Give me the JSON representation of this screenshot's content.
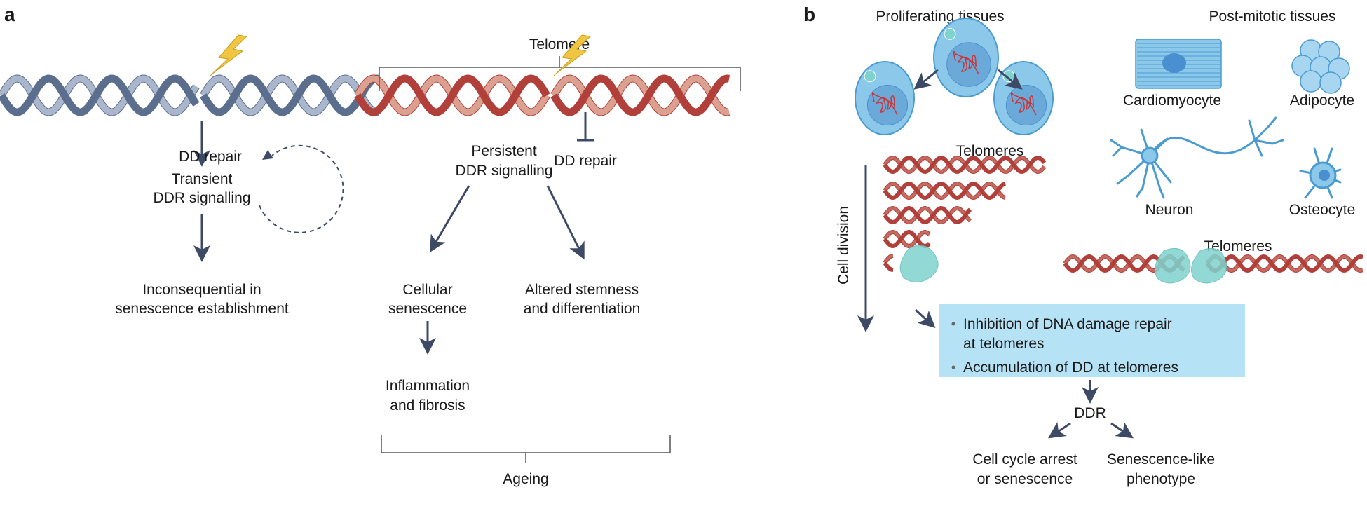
{
  "panel_a": {
    "label": "a",
    "telomere_label": "Telomere",
    "dd_repair_loop": "DD repair",
    "transient": [
      "Transient",
      "DDR signalling"
    ],
    "inconsequential": [
      "Inconsequential in",
      "senescence establishment"
    ],
    "dd_repair_inhibited": "DD repair",
    "persistent": [
      "Persistent",
      "DDR signalling"
    ],
    "cellular_senescence": [
      "Cellular",
      "senescence"
    ],
    "altered_stemness": [
      "Altered stemness",
      "and differentiation"
    ],
    "inflammation": [
      "Inflammation",
      "and fibrosis"
    ],
    "ageing": "Ageing"
  },
  "panel_b": {
    "label": "b",
    "proliferating": "Proliferating tissues",
    "post_mitotic": "Post-mitotic tissues",
    "telomeres_left": "Telomeres",
    "cell_division": "Cell division",
    "cardiomyocyte": "Cardiomyocyte",
    "adipocyte": "Adipocyte",
    "neuron": "Neuron",
    "osteocyte": "Osteocyte",
    "telomeres_right": "Telomeres",
    "box_items": [
      "Inhibition of DNA damage repair",
      "at telomeres",
      "Accumulation of DD at telomeres"
    ],
    "ddr": "DDR",
    "cell_cycle": [
      "Cell cycle arrest",
      "or senescence"
    ],
    "senescence_like": [
      "Senescence-like",
      "phenotype"
    ]
  },
  "colors": {
    "dna_blue_dark": "#5b6e8e",
    "dna_blue_light": "#aab6cc",
    "dna_red_dark": "#b2403a",
    "dna_red_light": "#dba08f",
    "arrow": "#3d4a66",
    "lightning": "#f0c541",
    "cell_blue": "#8cc8ea",
    "protein_teal": "#7fd3cf",
    "box_fill": "#b6e2f5"
  }
}
